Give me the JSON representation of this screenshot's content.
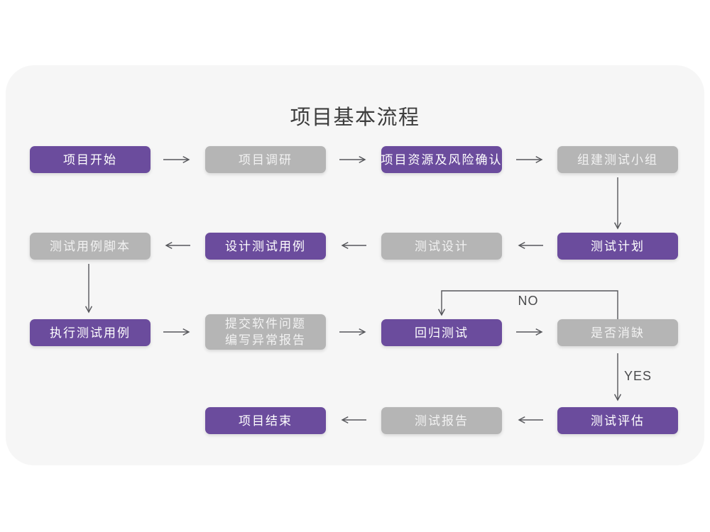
{
  "page": {
    "title": "项目基本流程"
  },
  "flow": {
    "nodes": [
      {
        "id": "project-start",
        "label": "项目开始",
        "variant": "purple"
      },
      {
        "id": "project-research",
        "label": "项目调研",
        "variant": "gray"
      },
      {
        "id": "resources-risk",
        "label": "项目资源及风险确认",
        "variant": "purple"
      },
      {
        "id": "build-test-team",
        "label": "组建测试小组",
        "variant": "gray"
      },
      {
        "id": "test-plan",
        "label": "测试计划",
        "variant": "purple"
      },
      {
        "id": "test-design",
        "label": "测试设计",
        "variant": "gray"
      },
      {
        "id": "design-test-cases",
        "label": "设计测试用例",
        "variant": "purple"
      },
      {
        "id": "test-case-script",
        "label": "测试用例脚本",
        "variant": "gray"
      },
      {
        "id": "execute-test-cases",
        "label": "执行测试用例",
        "variant": "purple"
      },
      {
        "id": "submit-issues",
        "label": "提交软件问题",
        "label2": "编写异常报告",
        "variant": "gray"
      },
      {
        "id": "regression-test",
        "label": "回归测试",
        "variant": "purple"
      },
      {
        "id": "defect-cleared",
        "label": "是否消缺",
        "variant": "gray"
      },
      {
        "id": "test-evaluation",
        "label": "测试评估",
        "variant": "purple"
      },
      {
        "id": "test-report",
        "label": "测试报告",
        "variant": "gray"
      },
      {
        "id": "project-end",
        "label": "项目结束",
        "variant": "purple"
      }
    ],
    "edge_labels": {
      "no": "NO",
      "yes": "YES"
    }
  },
  "colors": {
    "purple": "#6b4c9d",
    "gray": "#b5b5b5",
    "card": "#f6f6f6",
    "arrow": "#56575b",
    "title": "#3d3d3d",
    "edgelabel": "#4a4b4d"
  }
}
